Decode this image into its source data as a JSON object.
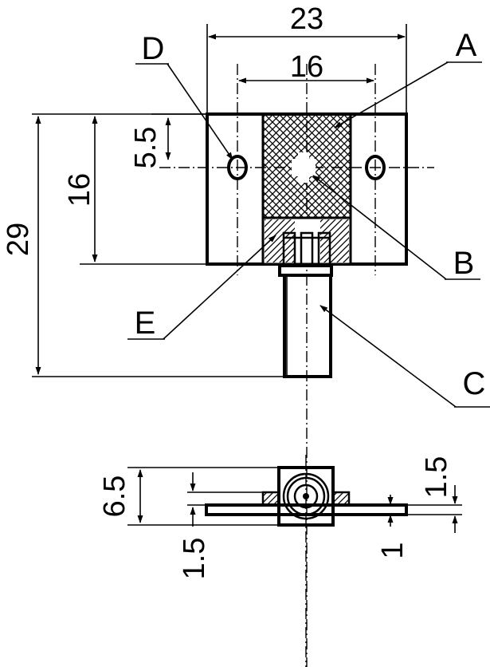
{
  "drawing": {
    "dimensions": {
      "top_width_outer": "23",
      "top_width_inner": "16",
      "top_offset": "5.5",
      "left_height_inner": "16",
      "left_height_total": "29",
      "bottom_height_total": "6.5",
      "bottom_left_thickness": "1.5",
      "bottom_right_thickness": "1.5",
      "bottom_right_small": "1"
    },
    "callouts": {
      "a": "A",
      "b": "B",
      "c": "C",
      "d": "D",
      "e": "E"
    }
  }
}
